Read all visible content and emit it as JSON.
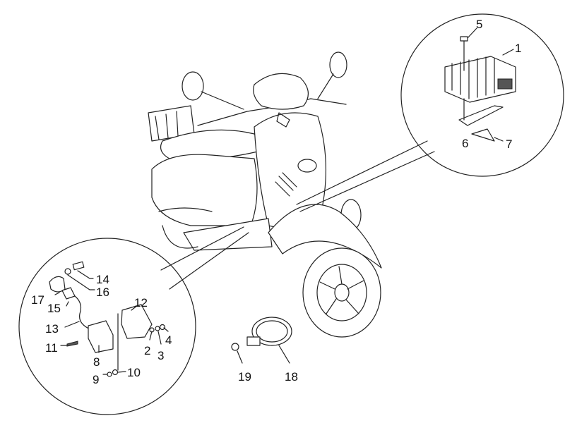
{
  "diagram": {
    "type": "exploded-parts-diagram",
    "subject": "scooter",
    "callouts": [
      "1",
      "2",
      "3",
      "4",
      "5",
      "6",
      "7",
      "8",
      "9",
      "10",
      "11",
      "12",
      "13",
      "14",
      "15",
      "16",
      "17",
      "18",
      "19"
    ]
  }
}
